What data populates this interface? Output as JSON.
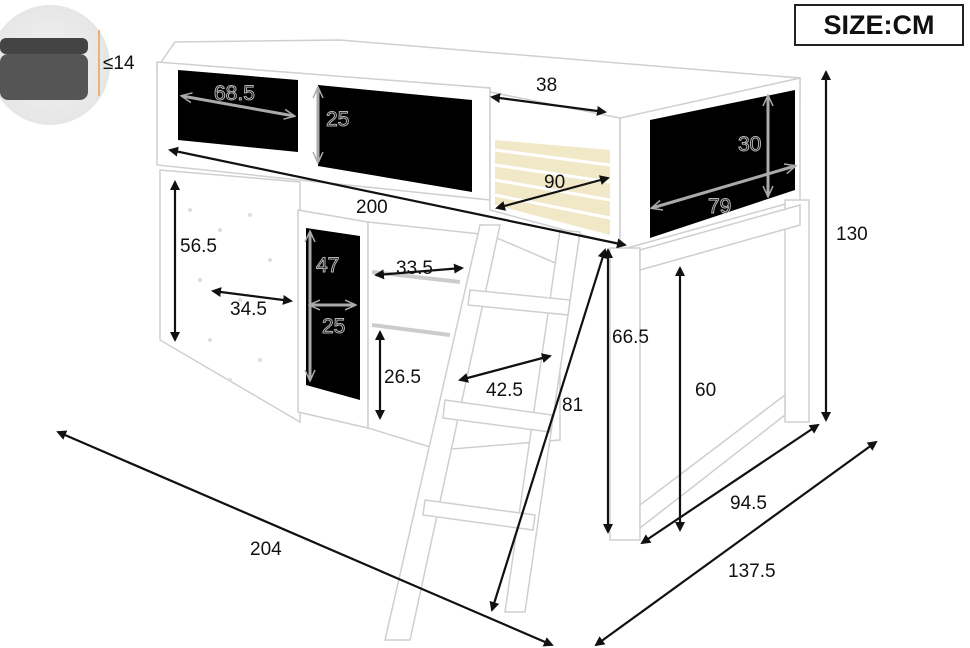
{
  "size_unit_label": "SIZE:CM",
  "mattress": {
    "max_thickness": "≤14"
  },
  "dimensions": {
    "front_panel_width": "68.5",
    "front_panel_height": "25",
    "ladder_opening": "38",
    "side_panel_height": "30",
    "mattress_width": "90",
    "side_panel_width": "79",
    "mattress_length": "200",
    "total_height": "130",
    "cabinet_height": "56.5",
    "door_panel_height": "47",
    "shelf_width": "33.5",
    "cabinet_inner_width": "34.5",
    "door_panel_width": "25",
    "shelf_height": "26.5",
    "shelf_depth": "42.5",
    "floor_to_top_of_slats": "66.5",
    "under_bed_clearance": "60",
    "ladder_length": "81",
    "total_length": "204",
    "inner_width": "94.5",
    "total_width_with_ladder": "137.5"
  }
}
